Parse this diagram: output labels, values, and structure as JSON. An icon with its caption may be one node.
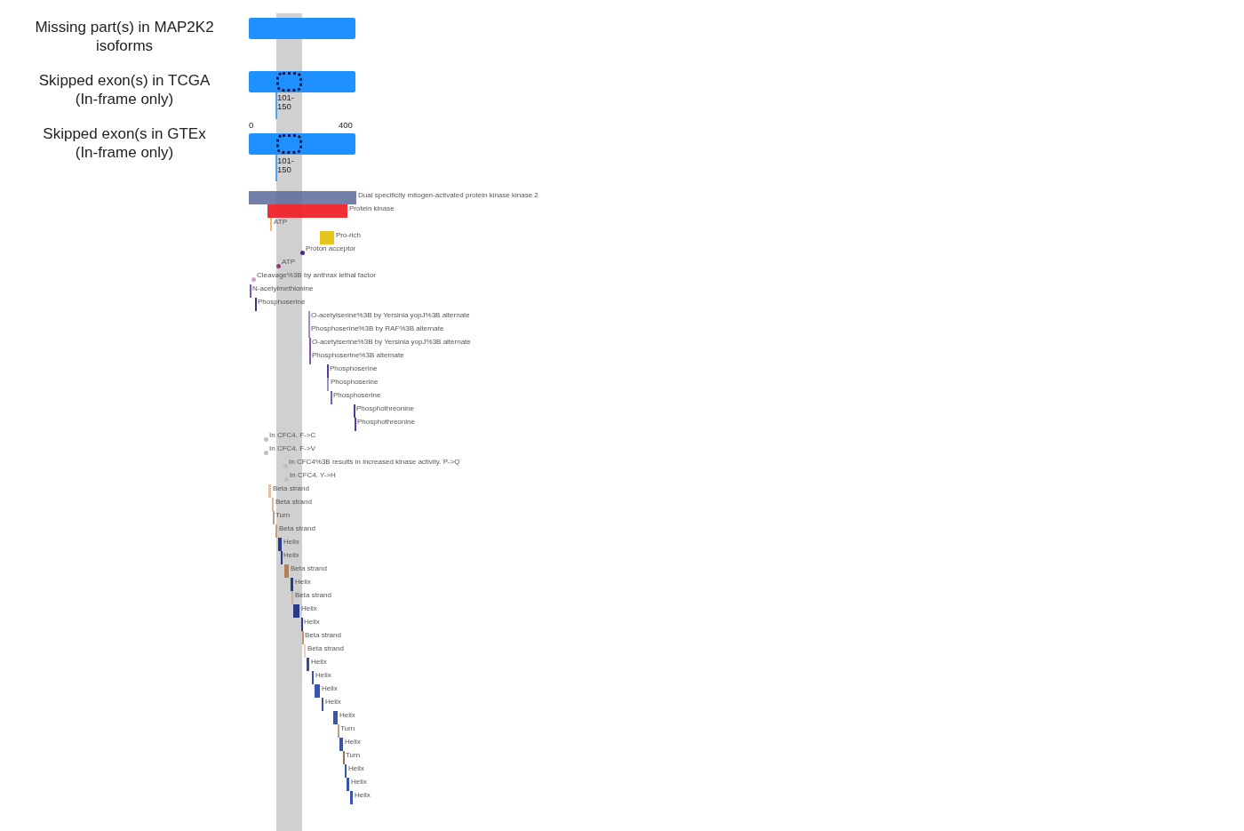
{
  "diagram": {
    "nodes": [
      {
        "text": [],
        "shape": "bar"
      },
      {
        "text": [],
        "shape": "bar"
      },
      {
        "text": [],
        "shape": "box",
        "in": 1
      },
      {
        "text": [],
        "shape": "bar"
      },
      {
        "text": [],
        "shape": "box",
        "in": 3
      },
      {
        "text": [],
        "shape": "bar",
        "beside": [
          "Dual specificity mitogen-activated protein kinase kinase 2"
        ]
      },
      {
        "text": [],
        "shape": "bar",
        "beside": [
          "Protein kinase"
        ]
      },
      {
        "text": [],
        "shape": "bar",
        "beside": [
          "ATP"
        ]
      },
      {
        "text": [],
        "shape": "bar",
        "beside": [
          "Pro-rich"
        ]
      },
      {
        "text": [],
        "shape": "circle",
        "beside": [
          "Proton acceptor"
        ]
      },
      {
        "text": [],
        "shape": "circle",
        "beside": [
          "ATP"
        ]
      },
      {
        "text": [],
        "shape": "circle",
        "beside": [
          "Cleavage%3B by anthrax lethal factor"
        ]
      },
      {
        "text": [],
        "shape": "bar",
        "beside": [
          "N-acetylmethionine"
        ]
      },
      {
        "text": [],
        "shape": "bar",
        "beside": [
          "Phosphoserine"
        ]
      },
      {
        "text": [],
        "shape": "bar",
        "beside": [
          "O-acetylserine%3B by Yersinia yopJ%3B alternate"
        ]
      },
      {
        "text": [],
        "shape": "bar",
        "beside": [
          "Phosphoserine%3B by RAF%3B alternate"
        ]
      },
      {
        "text": [],
        "shape": "bar",
        "beside": [
          "O-acetylserine%3B by Yersinia yopJ%3B alternate"
        ]
      },
      {
        "text": [],
        "shape": "bar",
        "beside": [
          "Phosphoserine%3B alternate"
        ]
      },
      {
        "text": [],
        "shape": "bar",
        "beside": [
          "Phosphoserine"
        ]
      },
      {
        "text": [],
        "shape": "bar",
        "beside": [
          "Phosphoserine"
        ]
      },
      {
        "text": [],
        "shape": "bar",
        "beside": [
          "Phosphoserine"
        ]
      },
      {
        "text": [],
        "shape": "bar",
        "beside": [
          "Phosphothreonine"
        ]
      },
      {
        "text": [],
        "shape": "bar",
        "beside": [
          "Phosphothreonine"
        ]
      },
      {
        "text": [],
        "shape": "circle",
        "beside": [
          "In CFC4. F->C"
        ]
      },
      {
        "text": [],
        "shape": "circle",
        "beside": [
          "In CFC4. F->V"
        ]
      },
      {
        "text": [],
        "shape": "circle",
        "beside": [
          "In CFC4%3B results in increased kinase activity. P->Q"
        ]
      },
      {
        "text": [],
        "shape": "circle",
        "beside": [
          "In CFC4. Y->H"
        ]
      },
      {
        "text": [],
        "shape": "bar",
        "beside": [
          "Beta strand"
        ]
      },
      {
        "text": [],
        "shape": "bar",
        "beside": [
          "Beta strand"
        ]
      },
      {
        "text": [],
        "shape": "bar",
        "beside": [
          "Turn"
        ]
      },
      {
        "text": [],
        "shape": "bar",
        "beside": [
          "Beta strand"
        ]
      },
      {
        "text": [],
        "shape": "bar",
        "beside": [
          "Helix"
        ]
      },
      {
        "text": [],
        "shape": "bar",
        "beside": [
          "Helix"
        ]
      },
      {
        "text": [],
        "shape": "bar",
        "beside": [
          "Beta strand"
        ]
      },
      {
        "text": [],
        "shape": "bar",
        "beside": [
          "Helix"
        ]
      },
      {
        "text": [],
        "shape": "bar",
        "beside": [
          "Beta strand"
        ]
      },
      {
        "text": [],
        "shape": "bar",
        "beside": [
          "Helix"
        ]
      },
      {
        "text": [],
        "shape": "bar",
        "beside": [
          "Helix"
        ]
      },
      {
        "text": [],
        "shape": "bar",
        "beside": [
          "Beta strand"
        ]
      },
      {
        "text": [],
        "shape": "bar",
        "beside": [
          "Beta strand"
        ]
      },
      {
        "text": [],
        "shape": "bar",
        "beside": [
          "Helix"
        ]
      },
      {
        "text": [],
        "shape": "bar",
        "beside": [
          "Helix"
        ]
      },
      {
        "text": [],
        "shape": "bar",
        "beside": [
          "Helix"
        ]
      },
      {
        "text": [],
        "shape": "bar",
        "beside": [
          "Helix"
        ]
      },
      {
        "text": [],
        "shape": "bar",
        "beside": [
          "Helix"
        ]
      },
      {
        "text": [],
        "shape": "bar",
        "beside": [
          "Turn"
        ]
      },
      {
        "text": [],
        "shape": "bar",
        "beside": [
          "Helix"
        ]
      },
      {
        "text": [],
        "shape": "bar",
        "beside": [
          "Turn"
        ]
      },
      {
        "text": [],
        "shape": "bar",
        "beside": [
          "Helix"
        ]
      },
      {
        "text": [],
        "shape": "bar",
        "beside": [
          "Helix"
        ]
      },
      {
        "text": [],
        "shape": "bar",
        "beside": [
          "Helix"
        ]
      }
    ],
    "labels": [
      "Missing part(s) in MAP2K2 isoforms",
      "Skipped exon(s) in TCGA (In-frame only)",
      "101-150",
      "0",
      "400",
      "Skipped exon(s in GTEx (In-frame only)",
      "101-150"
    ]
  }
}
